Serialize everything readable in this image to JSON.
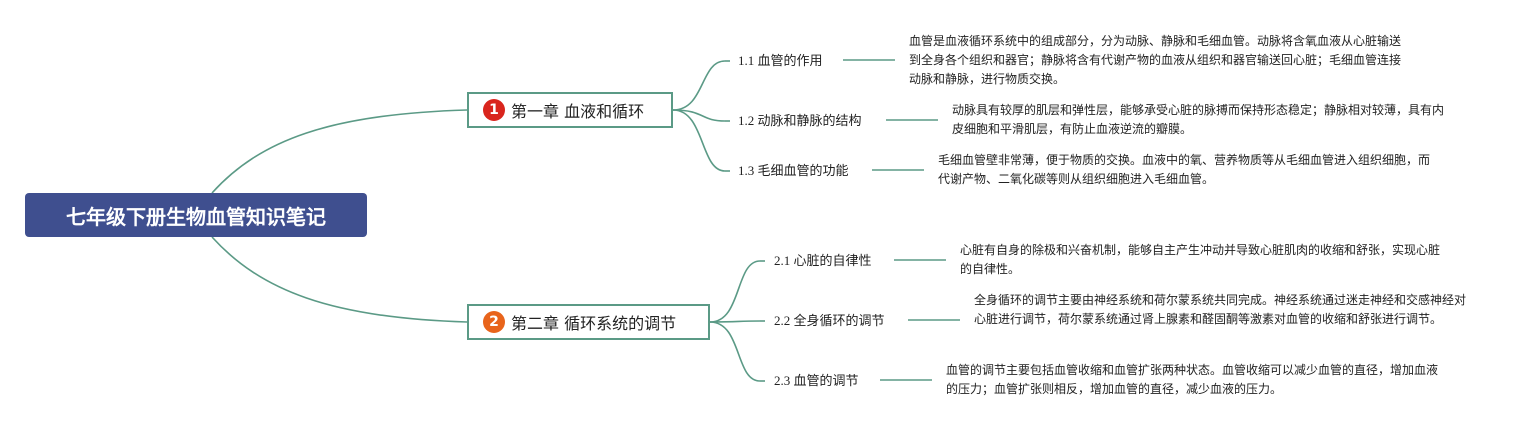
{
  "colors": {
    "root_bg": "#3f4f8f",
    "connector": "#5b9a86",
    "badge_1": "#d9251d",
    "badge_2": "#e8641b"
  },
  "root": {
    "title": "七年级下册生物血管知识笔记"
  },
  "chapters": [
    {
      "badge": "1",
      "title": "第一章 血液和循环",
      "topics": [
        {
          "label": "1.1 血管的作用",
          "note": "血管是血液循环系统中的组成部分，分为动脉、静脉和毛细血管。动脉将含氧血液从心脏输送到全身各个组织和器官；静脉将含有代谢产物的血液从组织和器官输送回心脏；毛细血管连接动脉和静脉，进行物质交换。"
        },
        {
          "label": "1.2 动脉和静脉的结构",
          "note": "动脉具有较厚的肌层和弹性层，能够承受心脏的脉搏而保持形态稳定；静脉相对较薄，具有内皮细胞和平滑肌层，有防止血液逆流的瓣膜。"
        },
        {
          "label": "1.3 毛细血管的功能",
          "note": "毛细血管壁非常薄，便于物质的交换。血液中的氧、营养物质等从毛细血管进入组织细胞，而代谢产物、二氧化碳等则从组织细胞进入毛细血管。"
        }
      ]
    },
    {
      "badge": "2",
      "title": "第二章 循环系统的调节",
      "topics": [
        {
          "label": "2.1 心脏的自律性",
          "note": "心脏有自身的除极和兴奋机制，能够自主产生冲动并导致心脏肌肉的收缩和舒张，实现心脏的自律性。"
        },
        {
          "label": "2.2 全身循环的调节",
          "note": "全身循环的调节主要由神经系统和荷尔蒙系统共同完成。神经系统通过迷走神经和交感神经对心脏进行调节，荷尔蒙系统通过肾上腺素和醛固酮等激素对血管的收缩和舒张进行调节。"
        },
        {
          "label": "2.3 血管的调节",
          "note": "血管的调节主要包括血管收缩和血管扩张两种状态。血管收缩可以减少血管的直径，增加血液的压力；血管扩张则相反，增加血管的直径，减少血液的压力。"
        }
      ]
    }
  ]
}
